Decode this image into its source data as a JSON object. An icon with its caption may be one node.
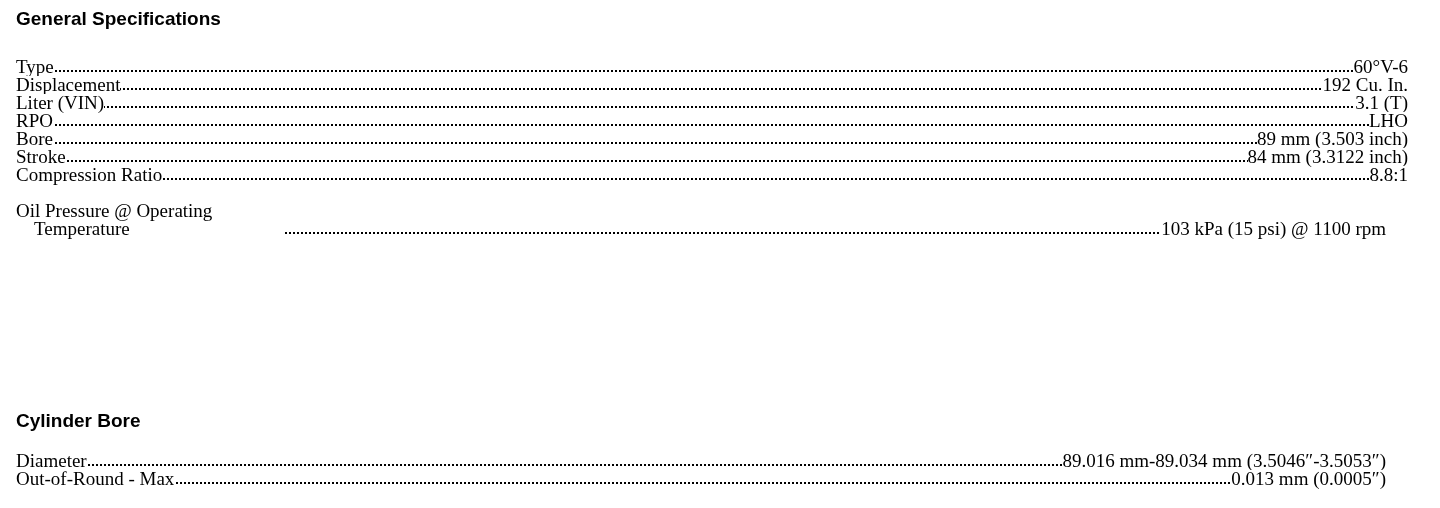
{
  "diagram": {
    "labels": [
      "General Specifications",
      "Type",
      "60°V-6",
      "Displacement",
      "192 Cu. In.",
      "Liter (VIN)",
      "3.1 (T)",
      "RPO",
      "LHO",
      "Bore",
      "89 mm (3.503 inch)",
      "Stroke",
      "84 mm (3.3122 inch)",
      "Compression Ratio",
      "8.8:1",
      "Oil Pressure @ Operating Temperature",
      "103 kPa (15 psi) @ 1100 rpm",
      "Cylinder Bore",
      "Diameter",
      "89.016 mm-89.034 mm (3.5046″-3.5053″)",
      "Out-of-Round - Max",
      "0.013 mm (0.0005″)"
    ]
  }
}
